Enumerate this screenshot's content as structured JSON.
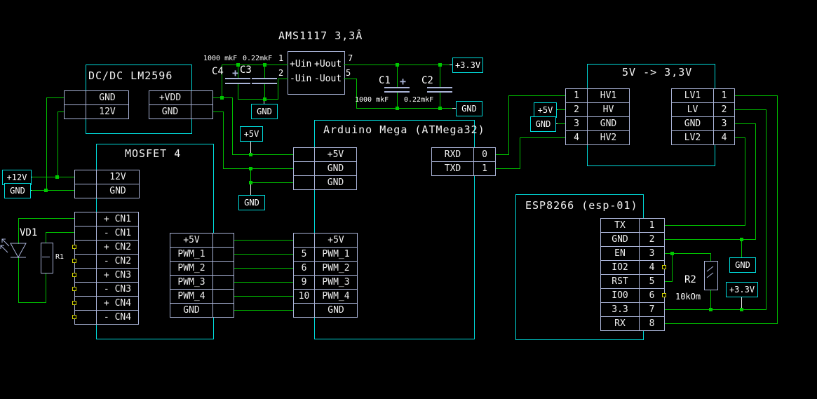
{
  "palette": {
    "background": "#000000",
    "wire": "#00c000",
    "block_outline": "#00dcdc",
    "component": "#aab4d8",
    "text": "#ffffff",
    "pad": "#d2d200"
  },
  "power_labels": {
    "v12": "+12V",
    "v5": "+5V",
    "v33": "+3.3V",
    "gnd": "GND"
  },
  "dcdc": {
    "title": "DC/DC LM2596",
    "left_rows": [
      "GND",
      "12V"
    ],
    "right_rows": [
      "+VDD",
      "GND"
    ]
  },
  "ams": {
    "title": "AMS1117 3,3Â",
    "in_top": "+Uin",
    "in_bottom": "-Uin",
    "out_top": "+Uout",
    "out_bottom": "-Uout",
    "pin_in_top": "1",
    "pin_in_bottom": "2",
    "pin_out_top": "7",
    "pin_out_bottom": "5"
  },
  "capacitors": {
    "c4": {
      "ref": "C4",
      "value": "1000 mkF",
      "plus": "+"
    },
    "c3": {
      "ref": "C3",
      "value": "0.22mkF"
    },
    "c1": {
      "ref": "C1",
      "value": "1000 mkF",
      "plus": "+"
    },
    "c2": {
      "ref": "C2",
      "value": "0.22mkF"
    }
  },
  "mosfet": {
    "title": "MOSFET 4",
    "power_rows": [
      "12V",
      "GND"
    ],
    "cn_rows": [
      "+ CN1",
      "- CN1",
      "+ CN2",
      "- CN2",
      "+ CN3",
      "- CN3",
      "+ CN4",
      "- CN4"
    ],
    "pwm_rows": [
      "+5V",
      "PWM_1",
      "PWM_2",
      "PWM_3",
      "PWM_4",
      "GND"
    ]
  },
  "arduino": {
    "title": "Arduino Mega (ATMega32)",
    "power_rows": [
      "+5V",
      "GND",
      "GND"
    ],
    "serial": [
      {
        "label": "RXD",
        "pin": "0"
      },
      {
        "label": "TXD",
        "pin": "1"
      }
    ],
    "pwm": [
      {
        "pin": "",
        "label": "+5V"
      },
      {
        "pin": "5",
        "label": "PWM_1"
      },
      {
        "pin": "6",
        "label": "PWM_2"
      },
      {
        "pin": "9",
        "label": "PWM_3"
      },
      {
        "pin": "10",
        "label": "PWM_4"
      },
      {
        "pin": "",
        "label": "GND"
      }
    ]
  },
  "levelshifter": {
    "title": "5V -> 3,3V",
    "hv": [
      {
        "pin": "1",
        "label": "HV1"
      },
      {
        "pin": "2",
        "label": "HV"
      },
      {
        "pin": "3",
        "label": "GND"
      },
      {
        "pin": "4",
        "label": "HV2"
      }
    ],
    "lv": [
      {
        "label": "LV1",
        "pin": "1"
      },
      {
        "label": "LV",
        "pin": "2"
      },
      {
        "label": "GND",
        "pin": "3"
      },
      {
        "label": "LV2",
        "pin": "4"
      }
    ]
  },
  "esp": {
    "title": "ESP8266 (esp-01)",
    "pins": [
      {
        "label": "TX",
        "pin": "1"
      },
      {
        "label": "GND",
        "pin": "2"
      },
      {
        "label": "EN",
        "pin": "3"
      },
      {
        "label": "IO2",
        "pin": "4"
      },
      {
        "label": "RST",
        "pin": "5"
      },
      {
        "label": "IO0",
        "pin": "6"
      },
      {
        "label": "3.3",
        "pin": "7"
      },
      {
        "label": "RX",
        "pin": "8"
      }
    ]
  },
  "diode": {
    "ref": "VD1"
  },
  "resistors": {
    "r1": {
      "ref": "R1"
    },
    "r2": {
      "ref": "R2",
      "value": "10kOm"
    }
  }
}
